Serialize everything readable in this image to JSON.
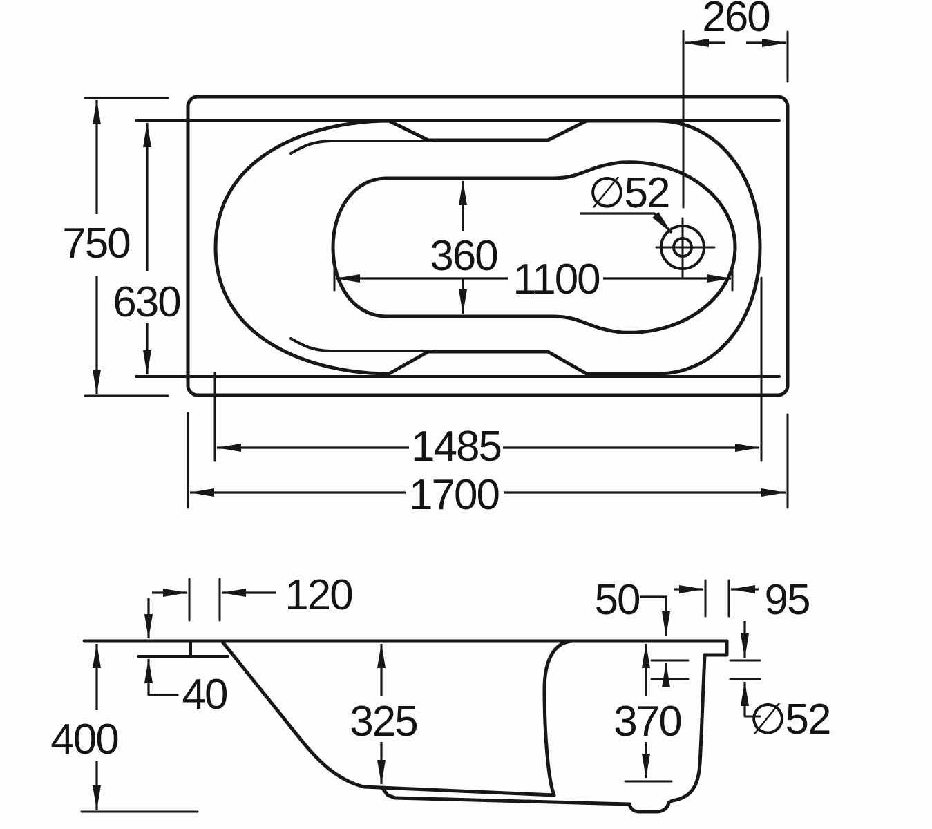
{
  "colors": {
    "ink": "#171717",
    "paper": "#fdfdfd"
  },
  "labels": {
    "d260": "260",
    "d750": "750",
    "d630": "630",
    "d360": "360",
    "d1100": "1100",
    "dia52_top": "∅52",
    "d1485": "1485",
    "d1700": "1700",
    "d120": "120",
    "d40": "40",
    "d400": "400",
    "d325": "325",
    "d370": "370",
    "d50": "50",
    "d95": "95",
    "dia52_side": "∅52"
  }
}
